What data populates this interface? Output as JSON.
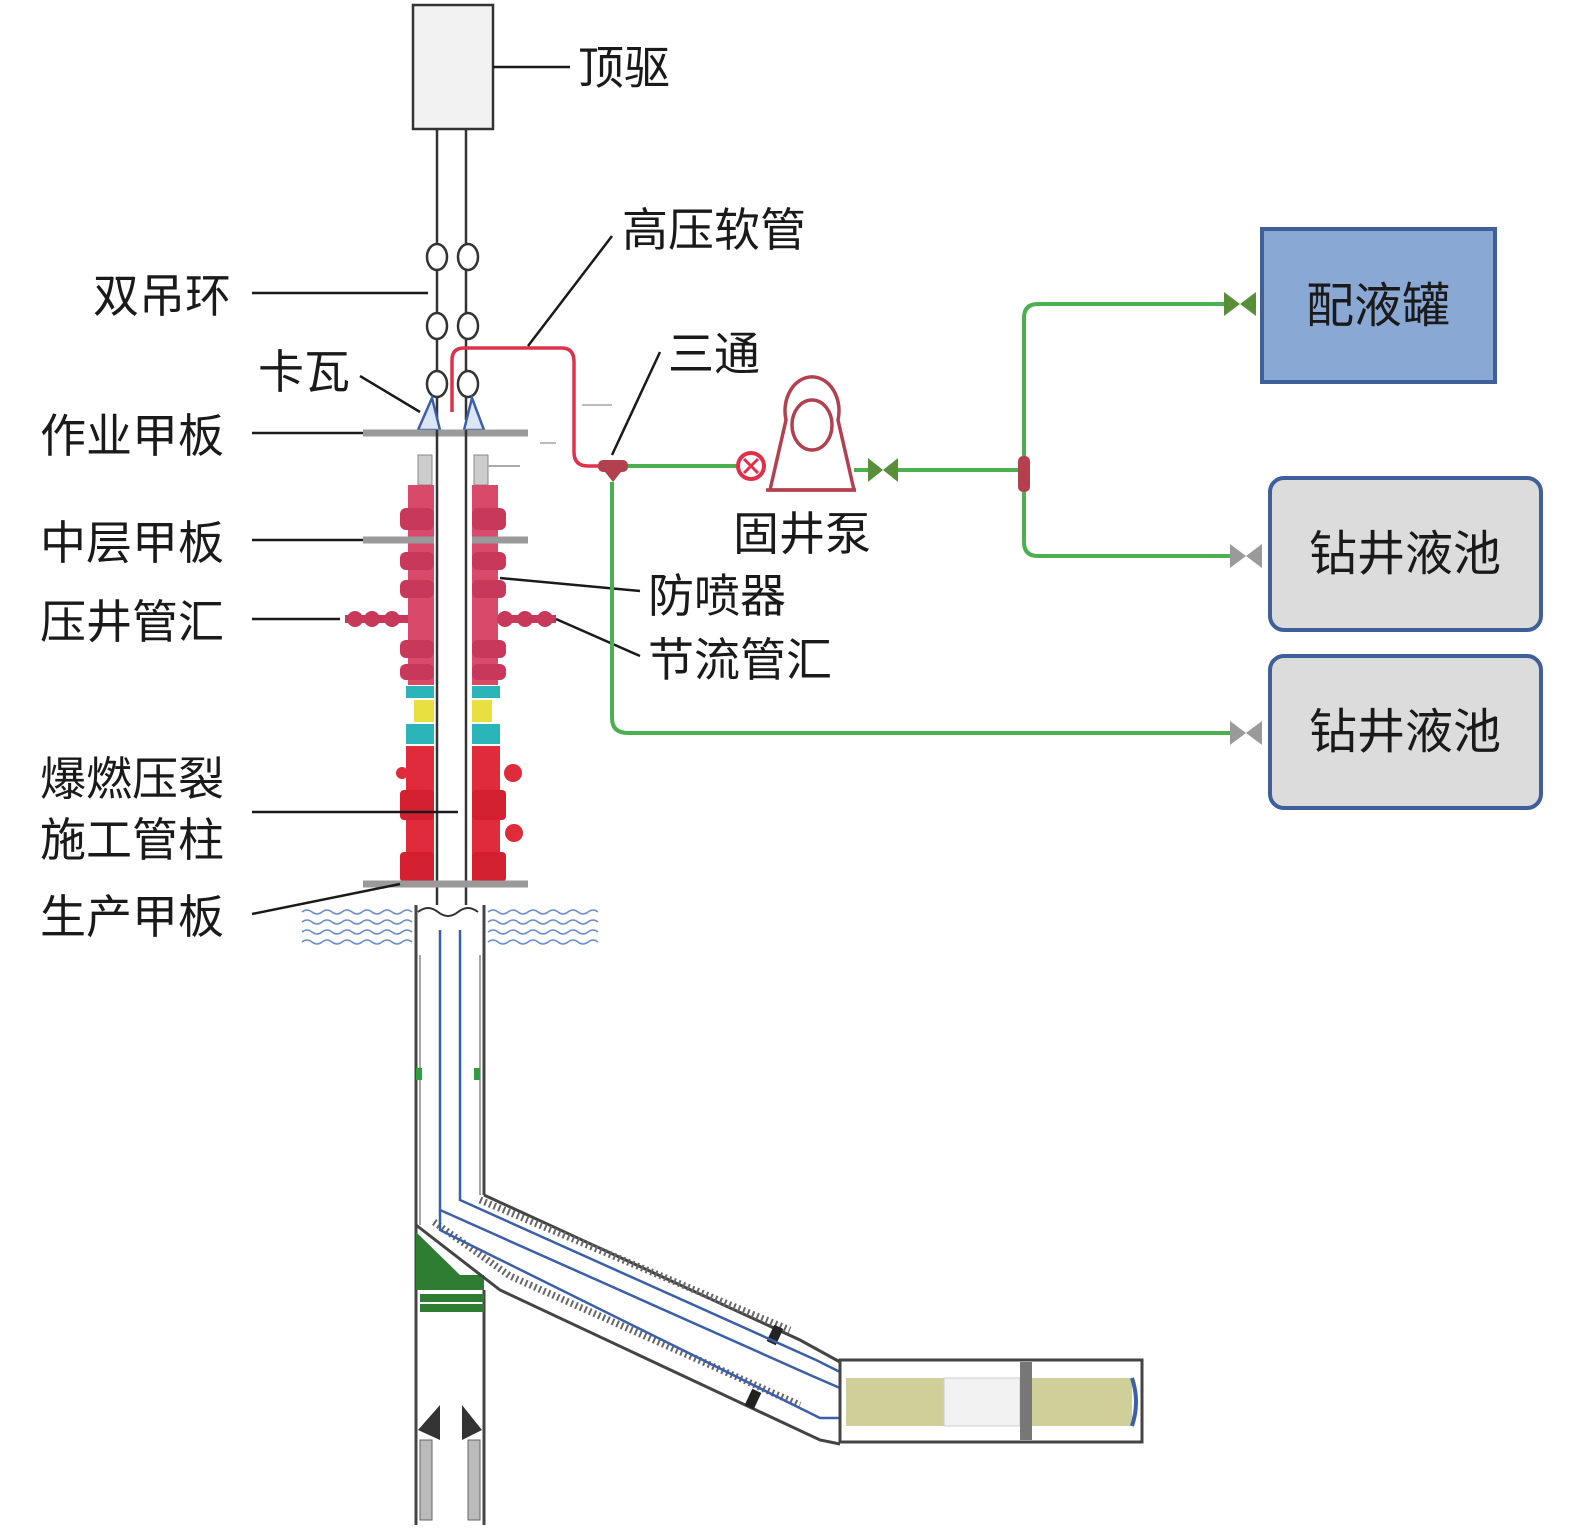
{
  "title": "爆燃压裂施工流程示意图",
  "labels": {
    "top_drive": "顶驱",
    "high_pressure_hose": "高压软管",
    "double_bail": "双吊环",
    "slips": "卡瓦",
    "operation_deck": "作业甲板",
    "tee": "三通",
    "cementing_pump": "固井泵",
    "middle_deck": "中层甲板",
    "bop": "防喷器",
    "kill_manifold": "压井管汇",
    "choke_manifold": "节流管汇",
    "string_line1": "爆燃压裂",
    "string_line2": "施工管柱",
    "production_deck": "生产甲板"
  },
  "tanks": {
    "mixing_tank": {
      "label": "配液罐",
      "fill": "#8aa8d4",
      "stroke": "#3f5f9a"
    },
    "mud_pit_1": {
      "label": "钻井液池",
      "fill": "#dcdcdc",
      "stroke": "#3f5f9a"
    },
    "mud_pit_2": {
      "label": "钻井液池",
      "fill": "#dcdcdc",
      "stroke": "#3f5f9a"
    }
  },
  "colors": {
    "green_line": "#4caf50",
    "red_line": "#e0304a",
    "bop_red": "#e02b3a",
    "bop_pink": "#d94a6a",
    "cyan": "#2bb5b8",
    "valve_green": "#5a8f3a",
    "valve_grey": "#9a9a9a",
    "pump": "#b3404f",
    "tubing_blue": "#3b5fa8"
  }
}
